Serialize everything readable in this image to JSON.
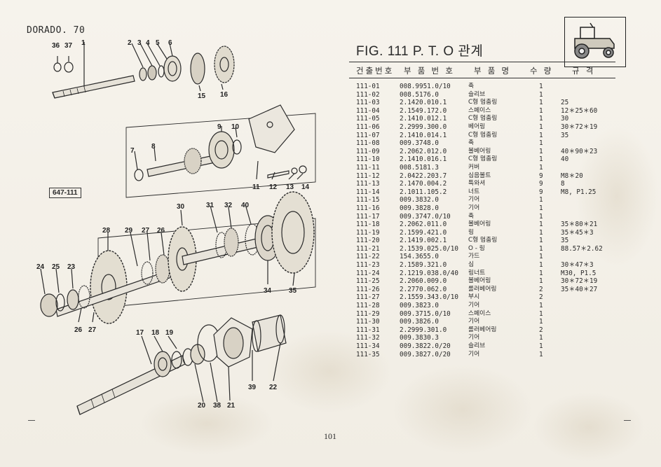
{
  "header": {
    "model": "DORADO. 70",
    "ref_code": "647-111"
  },
  "figure": {
    "title": "FIG. 111 P. T. O 관계"
  },
  "table": {
    "headers": [
      "건출번호",
      "부 품 번 호",
      "부 품 명",
      "수 량",
      "규   격"
    ],
    "rows": [
      [
        "111-01",
        "008.9951.0/10",
        "축",
        "1",
        ""
      ],
      [
        "111-02",
        "008.5176.0",
        "슬리브",
        "1",
        ""
      ],
      [
        "111-03",
        "2.1420.010.1",
        "C형 멈춤링",
        "1",
        "25"
      ],
      [
        "111-04",
        "2.1549.172.0",
        "스페이스",
        "1",
        "12＊25＊60"
      ],
      [
        "111-05",
        "2.1410.012.1",
        "C형 멈춤링",
        "1",
        "30"
      ],
      [
        "111-06",
        "2.2999.300.0",
        "베어링",
        "1",
        "30＊72＊19"
      ],
      [
        "111-07",
        "2.1410.014.1",
        "C형 멈춤링",
        "1",
        "35"
      ],
      [
        "111-08",
        "009.3748.0",
        "축",
        "1",
        ""
      ],
      [
        "111-09",
        "2.2062.012.0",
        "볼베어링",
        "1",
        "40＊90＊23"
      ],
      [
        "111-10",
        "2.1410.016.1",
        "C형 멈춤링",
        "1",
        "40"
      ],
      [
        "111-11",
        "008.5181.3",
        "커버",
        "1",
        ""
      ],
      [
        "111-12",
        "2.0422.203.7",
        "심음볼트",
        "9",
        "M8＊20"
      ],
      [
        "111-13",
        "2.1470.004.2",
        "특와셔",
        "9",
        "8"
      ],
      [
        "111-14",
        "2.1011.105.2",
        "너트",
        "9",
        "M8, P1.25"
      ],
      [
        "111-15",
        "009.3832.0",
        "기어",
        "1",
        ""
      ],
      [
        "111-16",
        "009.3828.0",
        "기어",
        "1",
        ""
      ],
      [
        "111-17",
        "009.3747.0/10",
        "축",
        "1",
        ""
      ],
      [
        "111-18",
        "2.2062.011.0",
        "볼베어링",
        "1",
        "35＊80＊21"
      ],
      [
        "111-19",
        "2.1599.421.0",
        "링",
        "1",
        "35＊45＊3"
      ],
      [
        "111-20",
        "2.1419.002.1",
        "C형 멈춤링",
        "1",
        "35"
      ],
      [
        "111-21",
        "2.1539.025.0/10",
        "O - 링",
        "1",
        "88.57＊2.62"
      ],
      [
        "111-22",
        "154.3655.0",
        "가드",
        "1",
        ""
      ],
      [
        "111-23",
        "2.1589.321.0",
        "심",
        "1",
        "30＊47＊3"
      ],
      [
        "111-24",
        "2.1219.038.0/40",
        "링너트",
        "1",
        "M30, P1.5"
      ],
      [
        "111-25",
        "2.2060.009.0",
        "볼베어링",
        "1",
        "30＊72＊19"
      ],
      [
        "111-26",
        "2.2770.062.0",
        "롤러베어링",
        "2",
        "35＊40＊27"
      ],
      [
        "111-27",
        "2.1559.343.0/10",
        "부시",
        "2",
        ""
      ],
      [
        "111-28",
        "009.3823.0",
        "기어",
        "1",
        ""
      ],
      [
        "111-29",
        "009.3715.0/10",
        "스페이스",
        "1",
        ""
      ],
      [
        "111-30",
        "009.3826.0",
        "기어",
        "1",
        ""
      ],
      [
        "111-31",
        "2.2999.301.0",
        "롤러베어링",
        "2",
        ""
      ],
      [
        "111-32",
        "009.3830.3",
        "기어",
        "1",
        ""
      ],
      [
        "111-34",
        "009.3822.0/20",
        "슬리브",
        "1",
        ""
      ],
      [
        "111-35",
        "009.3827.0/20",
        "기어",
        "1",
        ""
      ]
    ]
  },
  "callouts": [
    "36",
    "37",
    "1",
    "2",
    "3",
    "4",
    "5",
    "6",
    "15",
    "16",
    "9",
    "10",
    "7",
    "8",
    "11",
    "12",
    "13",
    "14",
    "30",
    "31",
    "32",
    "40",
    "28",
    "29",
    "27",
    "26",
    "24",
    "25",
    "23",
    "26",
    "27",
    "34",
    "35",
    "17",
    "18",
    "19",
    "20",
    "38",
    "21",
    "39",
    "22"
  ],
  "page_number": "101"
}
